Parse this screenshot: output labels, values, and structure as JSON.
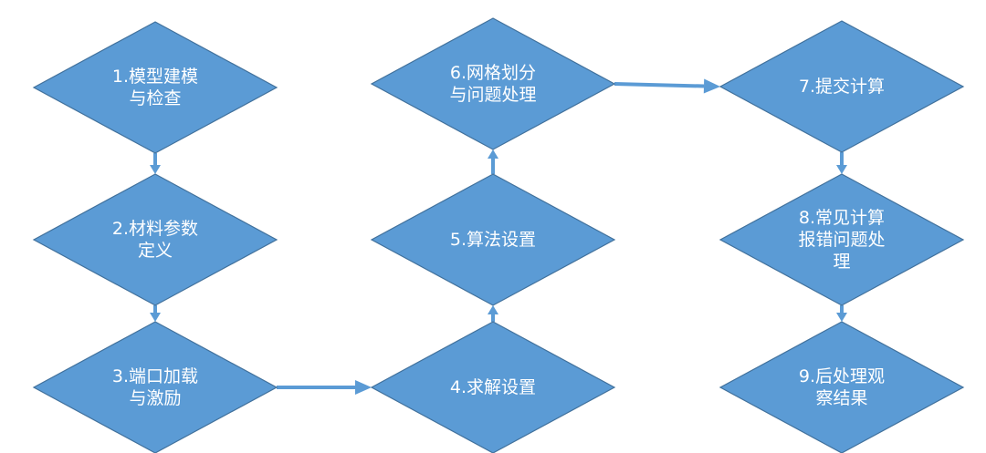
{
  "diagram": {
    "nodes": [
      {
        "id": "n1",
        "lines": [
          "1.模型建模",
          "与检查"
        ]
      },
      {
        "id": "n2",
        "lines": [
          "2.材料参数",
          "定义"
        ]
      },
      {
        "id": "n3",
        "lines": [
          "3.端口加载",
          "与激励"
        ]
      },
      {
        "id": "n4",
        "lines": [
          "4.求解设置"
        ]
      },
      {
        "id": "n5",
        "lines": [
          "5.算法设置"
        ]
      },
      {
        "id": "n6",
        "lines": [
          "6.网格划分",
          "与问题处理"
        ]
      },
      {
        "id": "n7",
        "lines": [
          "7.提交计算"
        ]
      },
      {
        "id": "n8",
        "lines": [
          "8.常见计算",
          "报错问题处",
          "理"
        ]
      },
      {
        "id": "n9",
        "lines": [
          "9.后处理观",
          "察结果"
        ]
      }
    ],
    "edges": [
      {
        "from": "n1",
        "to": "n2"
      },
      {
        "from": "n2",
        "to": "n3"
      },
      {
        "from": "n3",
        "to": "n4"
      },
      {
        "from": "n4",
        "to": "n5"
      },
      {
        "from": "n5",
        "to": "n6"
      },
      {
        "from": "n6",
        "to": "n7"
      },
      {
        "from": "n7",
        "to": "n8"
      },
      {
        "from": "n8",
        "to": "n9"
      }
    ],
    "colors": {
      "node_fill": "#5b9bd5",
      "node_stroke": "#41719c",
      "text": "#ffffff",
      "connector": "#5b9bd5"
    }
  }
}
